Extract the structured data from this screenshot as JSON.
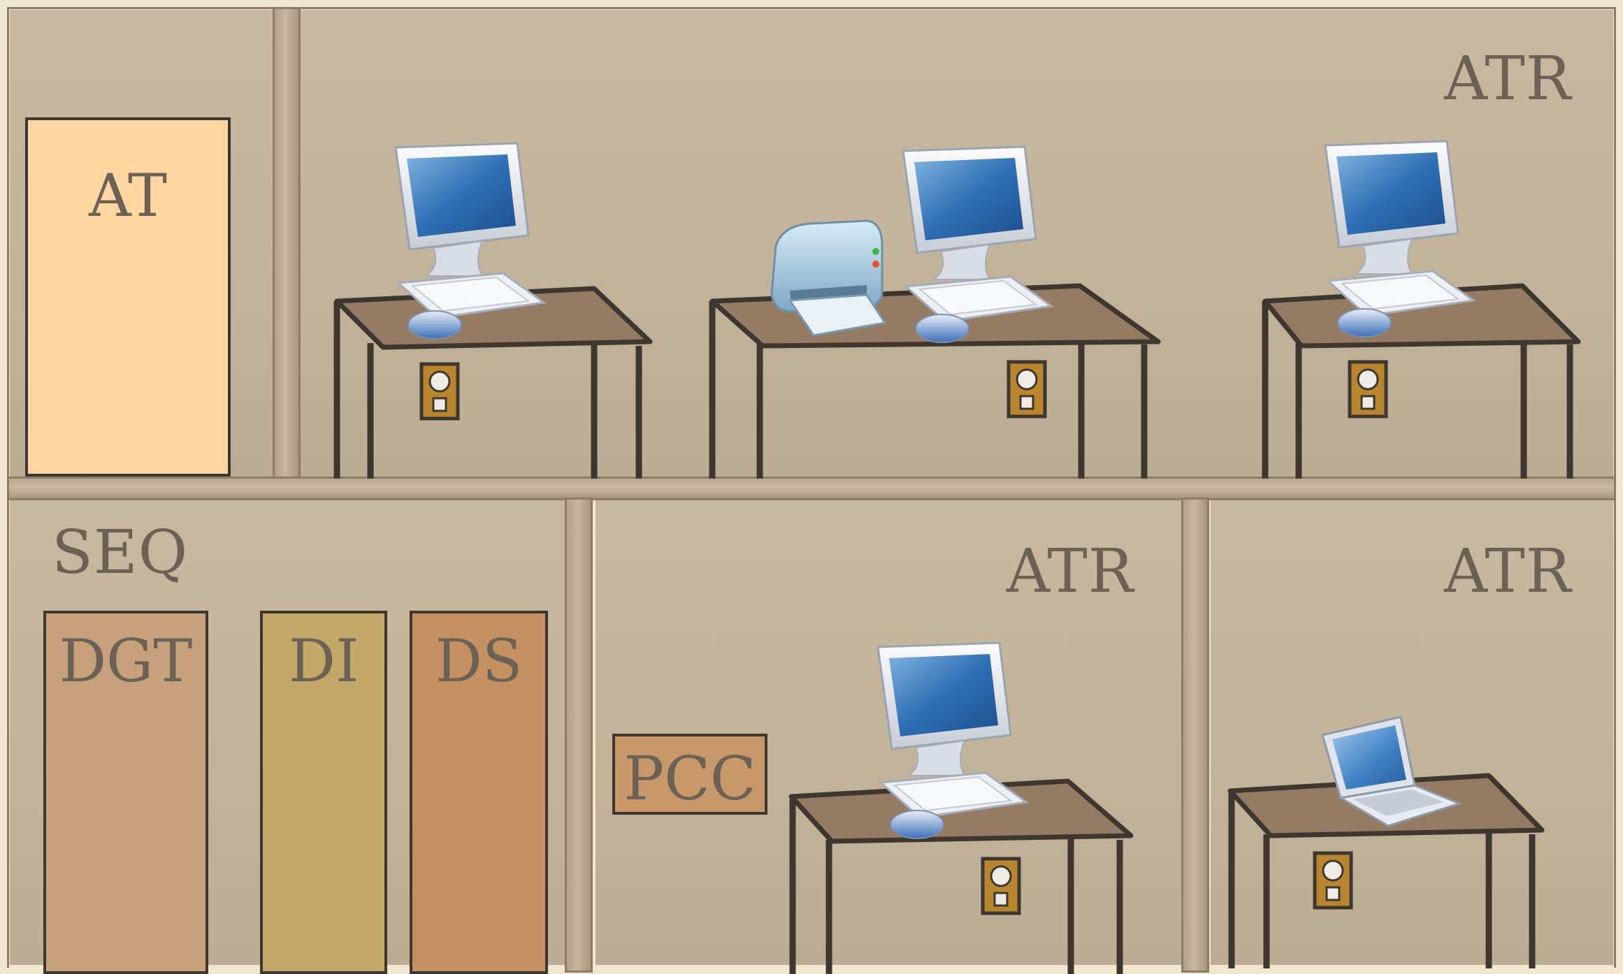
{
  "rooms": {
    "top_right_label": "ATR",
    "bottom_center_label": "ATR",
    "bottom_right_label": "ATR",
    "seq_label": "SEQ"
  },
  "cabinets": {
    "at": "AT",
    "dgt": "DGT",
    "di": "DI",
    "ds": "DS",
    "pcc": "PCC"
  },
  "colors": {
    "wall_bg": "#c4b49c",
    "at_cabinet": "#ffd6a2",
    "dgt_cabinet": "#c7a07c",
    "di_cabinet": "#c4a86a",
    "ds_cabinet": "#c59062",
    "pcc_box": "#c8976a",
    "desk_top": "#957b63",
    "outline": "#3e372f",
    "outlet": "#b9852e",
    "label_text": "#6b6255"
  },
  "icons": [
    "desktop-computer-icon",
    "printer-icon",
    "laptop-icon",
    "wall-outlet-icon",
    "desk-icon"
  ]
}
